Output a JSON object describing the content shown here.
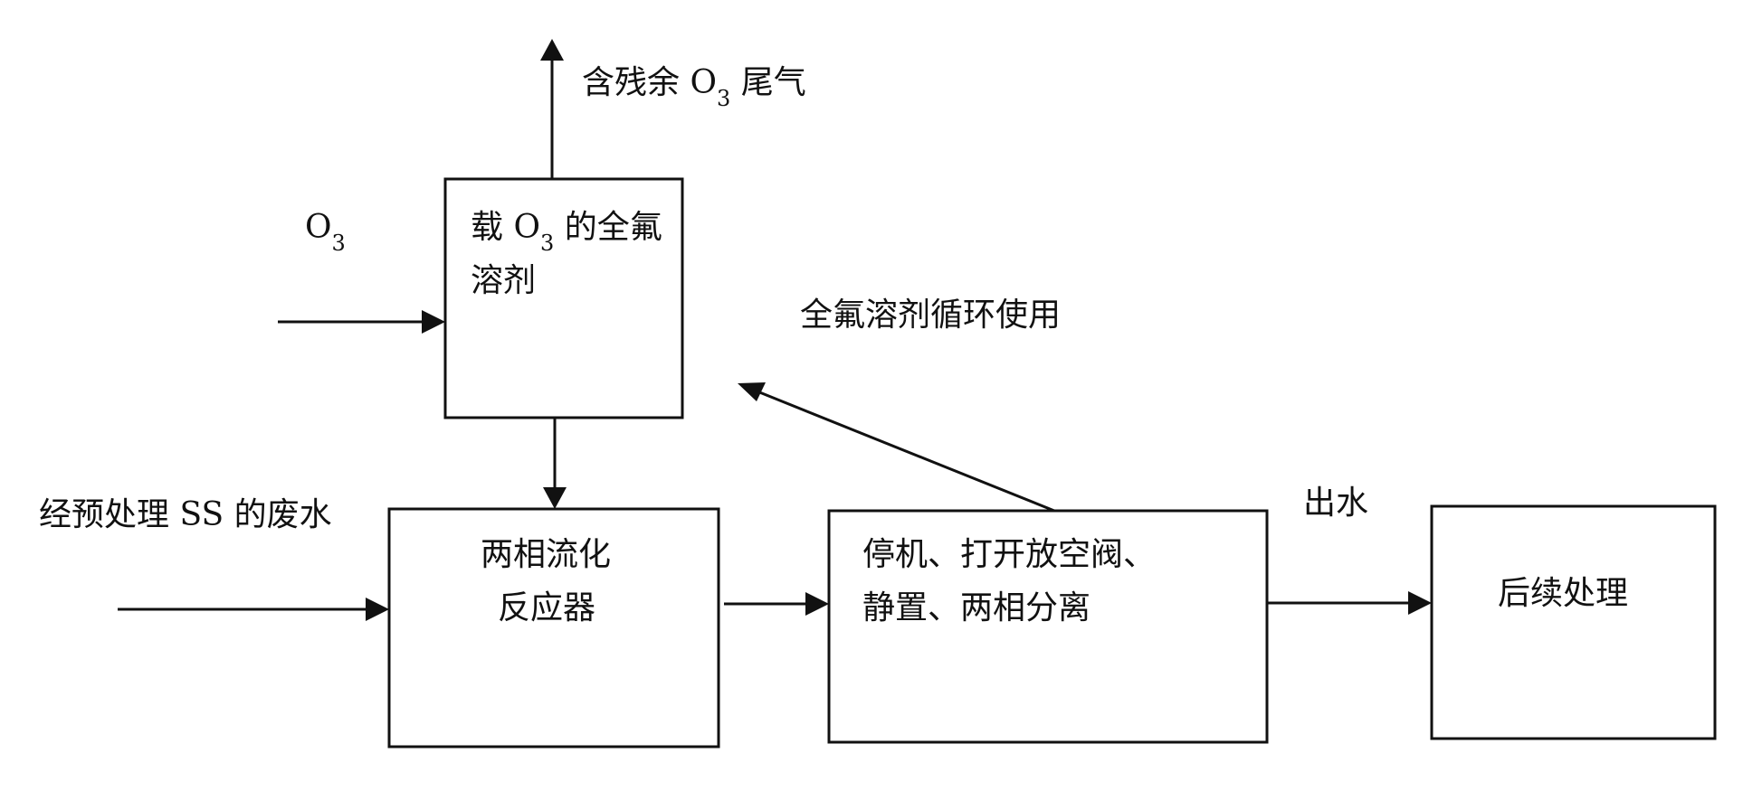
{
  "diagram": {
    "labels": {
      "exhaust_prefix": "含残余 O",
      "exhaust_sub": "3",
      "exhaust_suffix": " 尾气",
      "ozone_input_prefix": "O",
      "ozone_input_sub": "3",
      "recycle": "全氟溶剂循环使用",
      "wastewater_input": "经预处理 SS 的废水",
      "effluent": "出水"
    },
    "boxes": {
      "solvent_carrier": {
        "line_1_prefix": "载 O",
        "line_1_sub": "3",
        "line_1_suffix": " 的全氟",
        "line_2": "溶剂"
      },
      "reactor": {
        "line_1": "两相流化",
        "line_2": "反应器"
      },
      "separation": {
        "line_1": "停机、打开放空阀、",
        "line_2": "静置、两相分离"
      },
      "post_treatment": {
        "line_1": "后续处理"
      }
    }
  }
}
